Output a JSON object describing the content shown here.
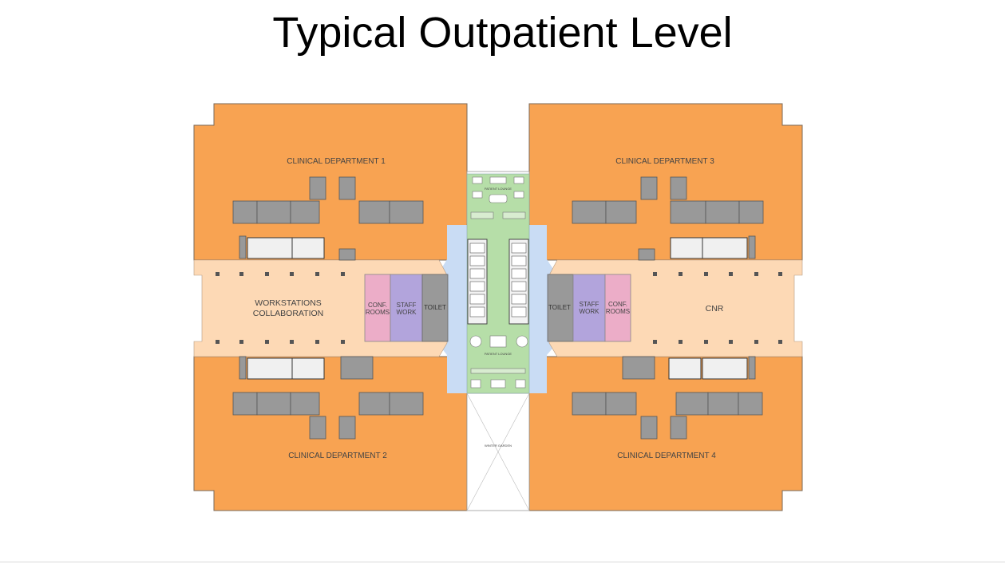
{
  "page": {
    "title": "Typical Outpatient Level"
  },
  "labels": {
    "dept1": "CLINICAL DEPARTMENT 1",
    "dept2": "CLINICAL DEPARTMENT 2",
    "dept3": "CLINICAL DEPARTMENT 3",
    "dept4": "CLINICAL DEPARTMENT 4",
    "workstations_line1": "WORKSTATIONS",
    "workstations_line2": "COLLABORATION",
    "cnr": "CNR",
    "conf_line1": "CONF.",
    "conf_line2": "ROOMS",
    "staff_line1": "STAFF",
    "staff_line2": "WORK",
    "toilet": "TOILET",
    "patient_lounge": "PATIENT LOUNGE",
    "winter_garden": "WINTER GARDEN"
  },
  "colors": {
    "department": "#f8a352",
    "corridor": "#fdd9b5",
    "conference": "#ecadc8",
    "staff_work": "#b2a4dc",
    "toilet": "#999999",
    "lounge": "#b6dea8",
    "circulation": "#c9dcf4",
    "service_block": "#999999"
  }
}
